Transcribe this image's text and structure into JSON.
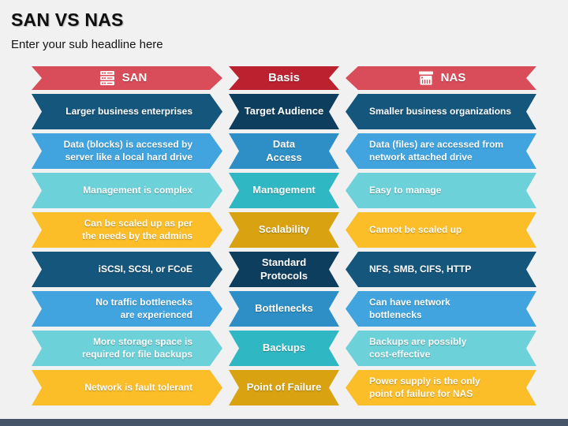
{
  "slide": {
    "title": "SAN VS NAS",
    "subtitle": "Enter your sub headline here"
  },
  "table": {
    "header": {
      "san": "SAN",
      "basis": "Basis",
      "nas": "NAS",
      "san_icon": "server-rack-icon",
      "nas_icon": "nas-storage-icon"
    },
    "rows": [
      {
        "theme": "dark-blue",
        "san": "Larger business enterprises",
        "basis": "Target Audience",
        "nas": "Smaller business organizations"
      },
      {
        "theme": "light-blue",
        "san": "Data (blocks) is accessed by\nserver like a local hard drive",
        "basis": "Data\nAccess",
        "nas": "Data (files) are accessed from\nnetwork attached drive"
      },
      {
        "theme": "teal",
        "san": "Management is complex",
        "basis": "Management",
        "nas": "Easy to manage"
      },
      {
        "theme": "yellow",
        "san": "Can be scaled up as per\nthe needs by the admins",
        "basis": "Scalability",
        "nas": "Cannot be scaled up"
      },
      {
        "theme": "dark-blue",
        "san": "iSCSI, SCSI, or FCoE",
        "basis": "Standard\nProtocols",
        "nas": "NFS, SMB, CIFS, HTTP"
      },
      {
        "theme": "light-blue",
        "san": "No traffic bottlenecks\nare experienced",
        "basis": "Bottlenecks",
        "nas": "Can have network\nbottlenecks"
      },
      {
        "theme": "teal",
        "san": "More storage space is\nrequired for file backups",
        "basis": "Backups",
        "nas": "Backups are possibly\ncost-effective"
      },
      {
        "theme": "yellow",
        "san": "Network is fault tolerant",
        "basis": "Point of Failure",
        "nas": "Power supply is the only\npoint of failure for NAS"
      }
    ]
  },
  "colors": {
    "background": "#F1F1F2",
    "bottom_bar": "#47556A",
    "header_side": "#D94C5A",
    "header_mid": "#BB212F",
    "dark_blue_side": "#15567D",
    "dark_blue_mid": "#0E3E5E",
    "light_blue_side": "#41A4DE",
    "light_blue_mid": "#2E8FC6",
    "teal_side": "#6CD1D8",
    "teal_mid": "#2FB7C3",
    "yellow_side": "#FBBE29",
    "yellow_mid": "#D8A211",
    "text": "#FFFFFF"
  }
}
